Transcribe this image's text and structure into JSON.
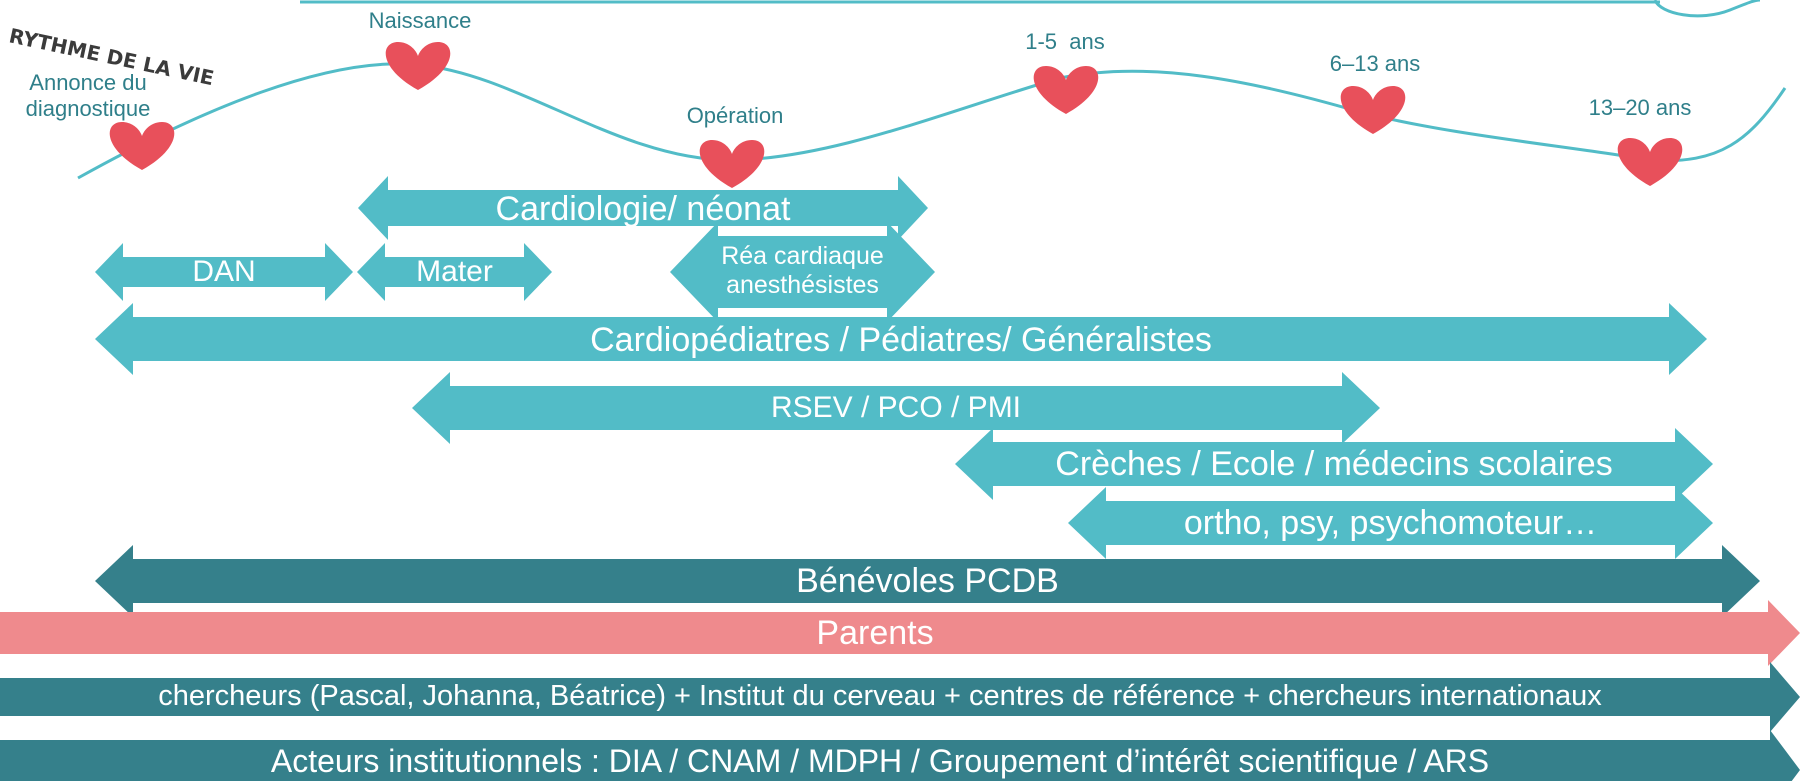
{
  "logo": {
    "text": "RYTHME DE LA VIE"
  },
  "timeline": {
    "milestones": [
      {
        "label": "Annonce du\ndiagnostique"
      },
      {
        "label": "Naissance"
      },
      {
        "label": "Opération"
      },
      {
        "label": "1-5  ans"
      },
      {
        "label": "6–13 ans"
      },
      {
        "label": "13–20 ans"
      }
    ]
  },
  "actors": [
    {
      "label": "Cardiologie/ néonat"
    },
    {
      "label": "DAN"
    },
    {
      "label": "Mater"
    },
    {
      "label": "Réa cardiaque\nanesthésistes"
    },
    {
      "label": "Cardiopédiatres / Pédiatres/ Généralistes"
    },
    {
      "label": "RSEV / PCO / PMI"
    },
    {
      "label": "Crèches / Ecole / médecins scolaires"
    },
    {
      "label": "ortho, psy, psychomoteur…"
    },
    {
      "label": "Bénévoles PCDB"
    },
    {
      "label": "Parents"
    },
    {
      "label": "chercheurs (Pascal, Johanna, Béatrice) + Institut du cerveau + centres de référence + chercheurs internationaux"
    },
    {
      "label": "Acteurs institutionnels : DIA  / CNAM / MDPH / Groupement d’intérêt scientifique / ARS"
    }
  ],
  "colors": {
    "curve": "#52bcc7",
    "heart": "#e8505b",
    "light_arrow": "#52bcc7",
    "dark_arrow": "#35808b",
    "parents_arrow": "#ef8a8d",
    "milestone_text": "#2f7f8a"
  }
}
